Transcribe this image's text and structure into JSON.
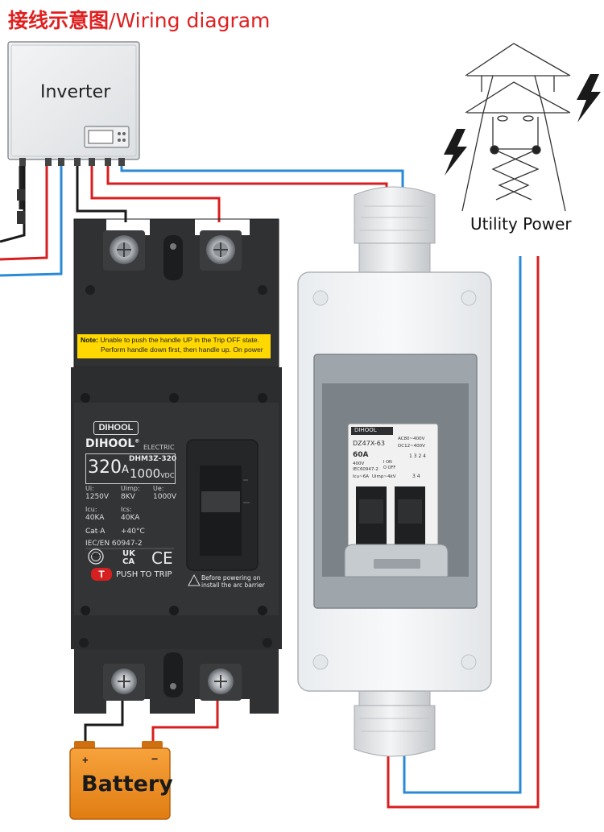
{
  "title": {
    "cn": "接线示意图",
    "sep": "/",
    "en": "Wiring diagram"
  },
  "inverter": {
    "label": "Inverter"
  },
  "utility": {
    "label": "Utility Power"
  },
  "battery": {
    "label": "Battery",
    "plus": "+",
    "minus": "−"
  },
  "breaker": {
    "note_label": "Note:",
    "note_line1": "Unable to push the handle UP in the Trip OFF state.",
    "note_line2": "Perform handle down first, then handle up. On power",
    "brand_box": "DIHOOL",
    "brand": "DIHOOL",
    "brand_sup": "®",
    "electric": "ELECTRIC",
    "current": "320",
    "current_unit": "A",
    "model": "DHM3Z-320",
    "voltage": "1000",
    "voltage_unit": "VDC",
    "ui_label": "Ui:",
    "ui_value": "1250V",
    "uimp_label": "Uimp:",
    "uimp_value": "8KV",
    "ue_label": "Ue:",
    "ue_value": "1000V",
    "icu_label": "Icu:",
    "icu_value": "40KA",
    "ics_label": "Ics:",
    "ics_value": "40KA",
    "cat": "Cat A",
    "temp": "+40°C",
    "standard": "IEC/EN 60947-2",
    "ukca_top": "UK",
    "ukca_bottom": "CA",
    "ce": "CE",
    "cqc": "CCC",
    "trip_btn": "T",
    "trip_label": "PUSH TO TRIP",
    "warn_line1": "Before powering on",
    "warn_line2": "install the arc barrier"
  },
  "mcb": {
    "brand": "DIHOOL",
    "model": "DZ47X-63",
    "ac": "AC80~400V",
    "dc": "DC12~400V",
    "current": "60A",
    "rated": "400V",
    "std": "IEC60947-2",
    "icu": "Icu~6A",
    "uimp": "Uimp~4kV",
    "on": "I ON",
    "off": "O OFF",
    "terms_top": "1 3 2 4",
    "terms_bottom": "3 4"
  },
  "colors": {
    "red_wire": "#d81e1e",
    "blue_wire": "#2a8ad6",
    "black_wire": "#1a1a1a",
    "title": "#e02020",
    "battery": "#ee8a1e",
    "note": "#ffd800"
  }
}
